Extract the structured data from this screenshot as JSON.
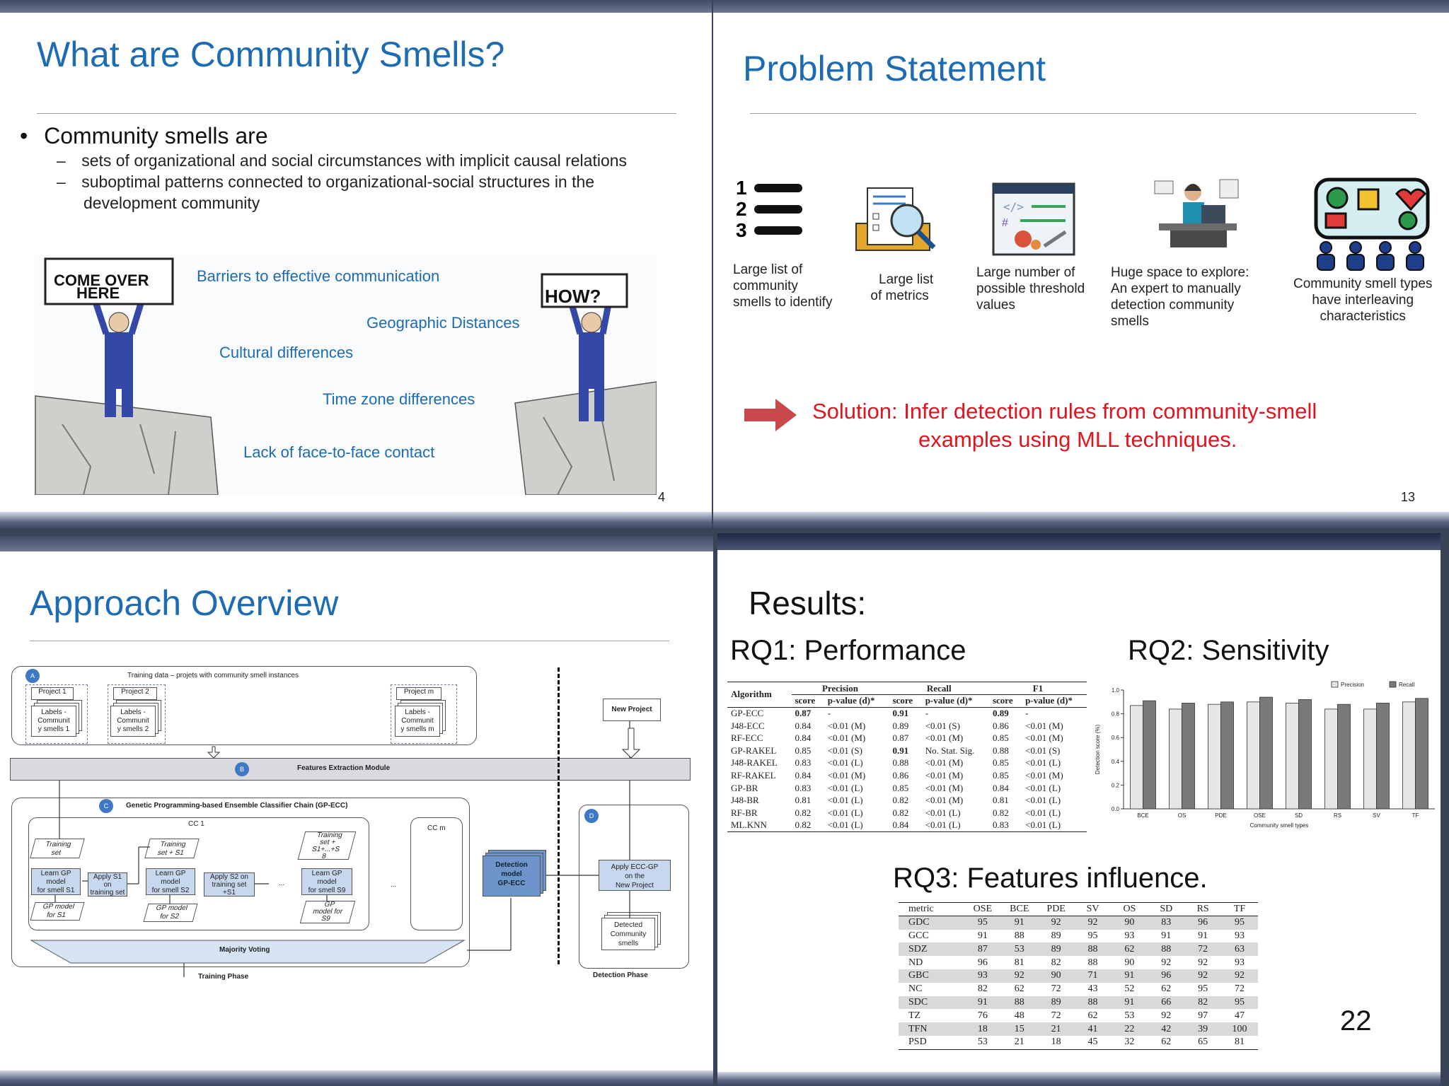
{
  "slide1": {
    "title": "What are Community Smells?",
    "bullet": "Community smells are",
    "sub_items": [
      "sets of organizational and social circumstances with implicit causal relations",
      "suboptimal patterns connected to organizational-social structures in the",
      "development community"
    ],
    "barriers": [
      "Barriers to effective communication",
      "Geographic Distances",
      "Cultural differences",
      "Time zone differences",
      "Lack of face-to-face contact"
    ],
    "sign_left": [
      "COME OVER",
      "HERE"
    ],
    "sign_right": "HOW?",
    "page": "4"
  },
  "slide2": {
    "title": "Problem Statement",
    "icon_captions": [
      [
        "Large list of",
        "community",
        "smells to identify"
      ],
      [
        "Large list",
        "of metrics"
      ],
      [
        "Large number of",
        "possible threshold",
        "values"
      ],
      [
        "Huge space to explore:",
        "An expert to manually",
        "detection community",
        "smells"
      ],
      [
        "Community smell types",
        "have interleaving",
        "characteristics"
      ]
    ],
    "list_numbers": [
      "1",
      "2",
      "3"
    ],
    "solution_line1": "Solution: Infer detection rules from community-smell",
    "solution_line2": "examples using MLL techniques.",
    "page": "13"
  },
  "slide3": {
    "title": "Approach Overview",
    "phase_a_title": "Training data – projets with community smell instances",
    "projects": [
      "Project 1",
      "Project 2",
      "Project m"
    ],
    "labels": [
      [
        "Labels -",
        "Communit",
        "y smells 1"
      ],
      [
        "Labels -",
        "Communit",
        "y smells 2"
      ],
      [
        "Labels -",
        "Communit",
        "y smells m"
      ]
    ],
    "markers": [
      "A",
      "B",
      "C",
      "D"
    ],
    "new_project": "New Project",
    "features_module": "Features Extraction Module",
    "gpecc_title": "Genetic Programming-based Ensemble Classifier Chain (GP-ECC)",
    "cc1": "CC 1",
    "ccm": "CC m",
    "training_set": [
      "Training",
      "set"
    ],
    "training_s1": [
      "Training",
      "set + S1"
    ],
    "training_s8": [
      "Training",
      "set +",
      "S1+...+S",
      "8"
    ],
    "learn1": [
      "Learn GP",
      "model",
      "for smell S1"
    ],
    "learn2": [
      "Learn GP",
      "model",
      "for smell S2"
    ],
    "learn9": [
      "Learn GP",
      "model",
      "for smell S9"
    ],
    "apply1": [
      "Apply S1",
      "on",
      "training set"
    ],
    "apply2": [
      "Apply S2 on",
      "training set",
      "+S1"
    ],
    "gp1": [
      "GP model",
      "for S1"
    ],
    "gp2": [
      "GP model",
      "for S2"
    ],
    "gp9": [
      "GP",
      "model for",
      "S9"
    ],
    "ellipsis": "...",
    "majority": "Majority Voting",
    "detection_model": [
      "Detection",
      "model",
      "GP-ECC"
    ],
    "apply_ecc": [
      "Apply ECC-GP",
      "on the",
      "New Project"
    ],
    "detected": [
      "Detected",
      "Community",
      "smells"
    ],
    "training_phase": "Training Phase",
    "detection_phase": "Detection Phase"
  },
  "slide4": {
    "title": "Results:",
    "rq1": "RQ1: Performance",
    "rq2": "RQ2: Sensitivity",
    "rq3": "RQ3: Features influence.",
    "page": "22",
    "rq1_table": {
      "group_headers": [
        "Algorithm",
        "Precision",
        "Recall",
        "F1"
      ],
      "sub_headers": [
        "score",
        "p-value (d)*",
        "score",
        "p-value (d)*",
        "score",
        "p-value (d)*"
      ],
      "rows": [
        [
          "GP-ECC",
          "0.87",
          "-",
          "0.91",
          "-",
          "0.89",
          "-"
        ],
        [
          "J48-ECC",
          "0.84",
          "<0.01 (M)",
          "0.89",
          "<0.01 (S)",
          "0.86",
          "<0.01 (M)"
        ],
        [
          "RF-ECC",
          "0.84",
          "<0.01 (M)",
          "0.87",
          "<0.01 (M)",
          "0.85",
          "<0.01 (M)"
        ],
        [
          "GP-RAKEL",
          "0.85",
          "<0.01 (S)",
          "0.91",
          "No. Stat. Sig.",
          "0.88",
          "<0.01 (S)"
        ],
        [
          "J48-RAKEL",
          "0.83",
          "<0.01 (L)",
          "0.88",
          "<0.01 (M)",
          "0.85",
          "<0.01 (L)"
        ],
        [
          "RF-RAKEL",
          "0.84",
          "<0.01 (M)",
          "0.86",
          "<0.01 (M)",
          "0.85",
          "<0.01 (M)"
        ],
        [
          "GP-BR",
          "0.83",
          "<0.01 (L)",
          "0.85",
          "<0.01 (M)",
          "0.84",
          "<0.01 (L)"
        ],
        [
          "J48-BR",
          "0.81",
          "<0.01 (L)",
          "0.82",
          "<0.01 (M)",
          "0.81",
          "<0.01 (L)"
        ],
        [
          "RF-BR",
          "0.82",
          "<0.01 (L)",
          "0.82",
          "<0.01 (L)",
          "0.82",
          "<0.01 (L)"
        ],
        [
          "ML.KNN",
          "0.82",
          "<0.01 (L)",
          "0.84",
          "<0.01 (L)",
          "0.83",
          "<0.01 (L)"
        ]
      ]
    },
    "rq3_table": {
      "headers": [
        "metric",
        "OSE",
        "BCE",
        "PDE",
        "SV",
        "OS",
        "SD",
        "RS",
        "TF"
      ],
      "rows": [
        [
          "GDC",
          "95",
          "91",
          "92",
          "92",
          "90",
          "83",
          "96",
          "95"
        ],
        [
          "GCC",
          "91",
          "88",
          "89",
          "95",
          "93",
          "91",
          "91",
          "93"
        ],
        [
          "SDZ",
          "87",
          "53",
          "89",
          "88",
          "62",
          "88",
          "72",
          "63"
        ],
        [
          "ND",
          "96",
          "81",
          "82",
          "88",
          "90",
          "92",
          "92",
          "93"
        ],
        [
          "GBC",
          "93",
          "92",
          "90",
          "71",
          "91",
          "96",
          "92",
          "92"
        ],
        [
          "NC",
          "82",
          "62",
          "72",
          "43",
          "52",
          "62",
          "95",
          "72"
        ],
        [
          "SDC",
          "91",
          "88",
          "89",
          "88",
          "91",
          "66",
          "82",
          "95"
        ],
        [
          "TZ",
          "76",
          "48",
          "72",
          "62",
          "53",
          "92",
          "97",
          "47"
        ],
        [
          "TFN",
          "18",
          "15",
          "21",
          "41",
          "22",
          "42",
          "39",
          "100"
        ],
        [
          "PSD",
          "53",
          "21",
          "18",
          "45",
          "32",
          "62",
          "65",
          "81"
        ]
      ]
    }
  },
  "chart_data": {
    "type": "bar",
    "categories": [
      "BCE",
      "OS",
      "PDE",
      "OSE",
      "SD",
      "RS",
      "SV",
      "TF"
    ],
    "series": [
      {
        "name": "Precision",
        "values": [
          0.87,
          0.84,
          0.88,
          0.9,
          0.89,
          0.84,
          0.84,
          0.9
        ]
      },
      {
        "name": "Recall",
        "values": [
          0.91,
          0.89,
          0.9,
          0.94,
          0.92,
          0.88,
          0.89,
          0.93
        ]
      }
    ],
    "xlabel": "Community smell types",
    "ylabel": "Detection score (%)",
    "ylim": [
      0,
      1.0
    ],
    "yticks": [
      "0.0",
      "0.2",
      "0.4",
      "0.6",
      "0.8",
      "1.0"
    ],
    "legend": "top-right",
    "colors": {
      "Precision": "#e6e6e6",
      "Recall": "#7a7a7a"
    }
  },
  "colors": {
    "title_blue": "#1d6bb3",
    "solution_red": "#e0141e",
    "arrow_red": "#c8484b"
  }
}
